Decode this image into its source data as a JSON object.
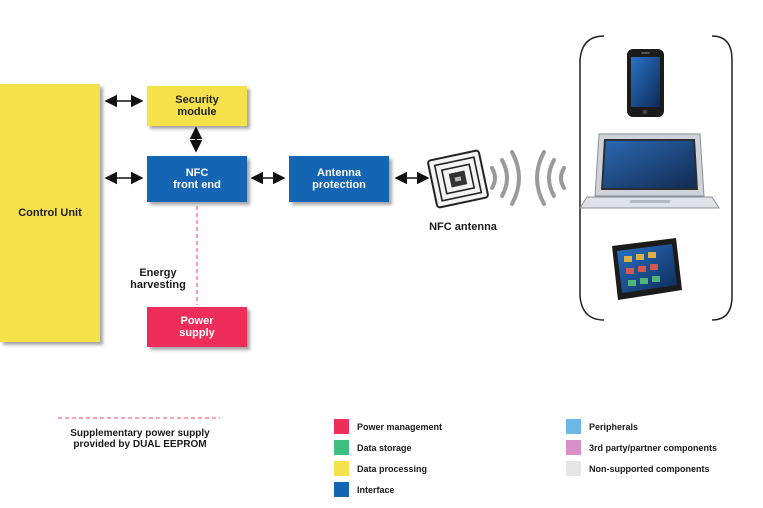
{
  "blocks": {
    "control_unit": "Control Unit",
    "security_module": "Security\nmodule",
    "nfc_front_end": "NFC\nfront end",
    "antenna_protection": "Antenna\nprotection",
    "power_supply": "Power\nsupply"
  },
  "labels": {
    "energy_harvesting": "Energy\nharvesting",
    "nfc_antenna": "NFC antenna",
    "supplementary": "Supplementary power supply\nprovided by DUAL EEPROM"
  },
  "legend": [
    {
      "label": "Power management",
      "color": "#ee2d5a"
    },
    {
      "label": "Data storage",
      "color": "#3fbf7f"
    },
    {
      "label": "Data processing",
      "color": "#f5e14a"
    },
    {
      "label": "Interface",
      "color": "#1565b5"
    },
    {
      "label": "Peripherals",
      "color": "#6bb8e6"
    },
    {
      "label": "3rd party/partner components",
      "color": "#d990c8"
    },
    {
      "label": "Non-supported components",
      "color": "#e6e6e6"
    }
  ],
  "colors": {
    "yellow": "#f5e14a",
    "blue": "#1565b5",
    "red": "#ee2d5a",
    "dashed": "#ee6f8a"
  }
}
